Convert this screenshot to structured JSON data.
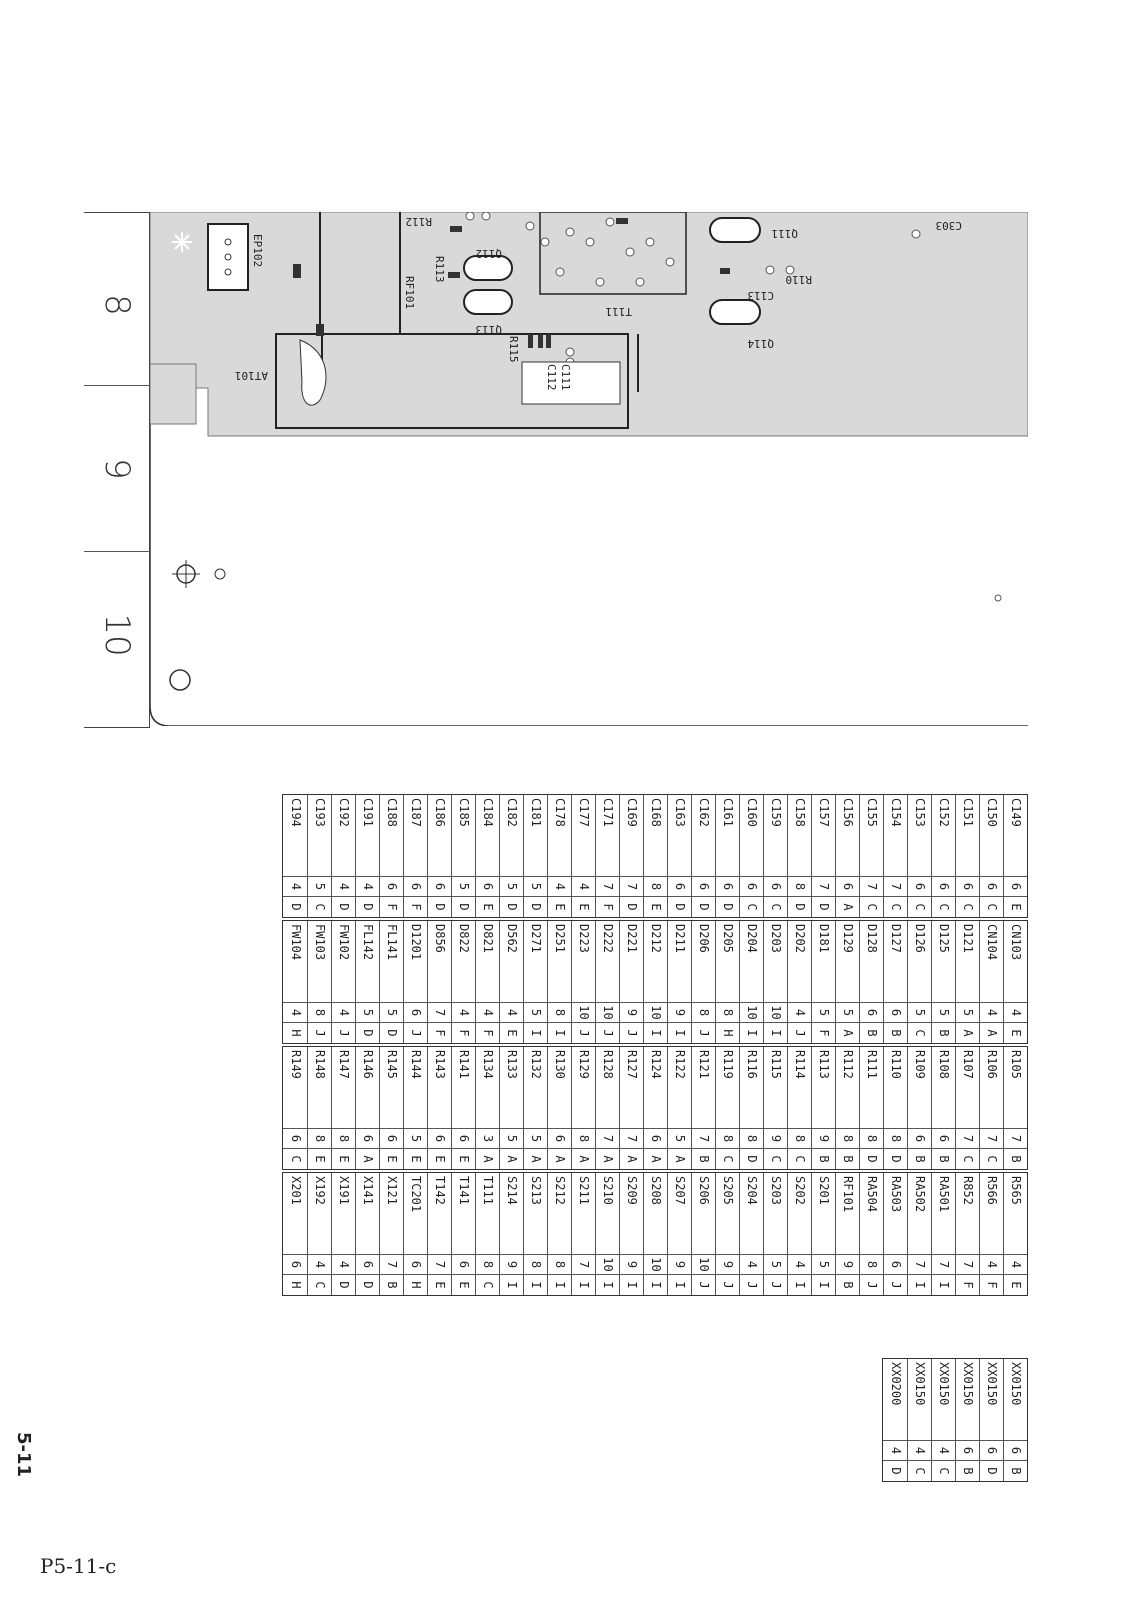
{
  "grid_index": [
    "8",
    "9",
    "10"
  ],
  "board_labels": [
    "EP102",
    "R112",
    "R113",
    "RF101",
    "Q112",
    "Q113",
    "R115",
    "C111",
    "C112",
    "AT101",
    "T111",
    "Q111",
    "R110",
    "C113",
    "Q114",
    "C303"
  ],
  "parts": [
    [
      {
        "ref": "C149",
        "x": "6",
        "y": "E"
      },
      {
        "ref": "C150",
        "x": "6",
        "y": "C"
      },
      {
        "ref": "C151",
        "x": "6",
        "y": "C"
      },
      {
        "ref": "C152",
        "x": "6",
        "y": "C"
      },
      {
        "ref": "C153",
        "x": "6",
        "y": "C"
      },
      {
        "ref": "C154",
        "x": "7",
        "y": "C"
      },
      {
        "ref": "C155",
        "x": "7",
        "y": "C"
      },
      {
        "ref": "C156",
        "x": "6",
        "y": "A"
      },
      {
        "ref": "C157",
        "x": "7",
        "y": "D"
      },
      {
        "ref": "C158",
        "x": "8",
        "y": "D"
      },
      {
        "ref": "C159",
        "x": "6",
        "y": "C"
      },
      {
        "ref": "C160",
        "x": "6",
        "y": "C"
      },
      {
        "ref": "C161",
        "x": "6",
        "y": "D"
      },
      {
        "ref": "C162",
        "x": "6",
        "y": "D"
      },
      {
        "ref": "C163",
        "x": "6",
        "y": "D"
      },
      {
        "ref": "C168",
        "x": "8",
        "y": "E"
      },
      {
        "ref": "C169",
        "x": "7",
        "y": "D"
      },
      {
        "ref": "C171",
        "x": "7",
        "y": "F"
      },
      {
        "ref": "C177",
        "x": "4",
        "y": "E"
      },
      {
        "ref": "C178",
        "x": "4",
        "y": "E"
      },
      {
        "ref": "C181",
        "x": "5",
        "y": "D"
      },
      {
        "ref": "C182",
        "x": "5",
        "y": "D"
      },
      {
        "ref": "C184",
        "x": "6",
        "y": "E"
      },
      {
        "ref": "C185",
        "x": "5",
        "y": "D"
      },
      {
        "ref": "C186",
        "x": "6",
        "y": "D"
      },
      {
        "ref": "C187",
        "x": "6",
        "y": "F"
      },
      {
        "ref": "C188",
        "x": "6",
        "y": "F"
      },
      {
        "ref": "C191",
        "x": "4",
        "y": "D"
      },
      {
        "ref": "C192",
        "x": "4",
        "y": "D"
      },
      {
        "ref": "C193",
        "x": "5",
        "y": "C"
      },
      {
        "ref": "C194",
        "x": "4",
        "y": "D"
      }
    ],
    [
      {
        "ref": "CN103",
        "x": "4",
        "y": "E"
      },
      {
        "ref": "CN104",
        "x": "4",
        "y": "A"
      },
      {
        "ref": "D121",
        "x": "5",
        "y": "A"
      },
      {
        "ref": "D125",
        "x": "5",
        "y": "B"
      },
      {
        "ref": "D126",
        "x": "5",
        "y": "C"
      },
      {
        "ref": "D127",
        "x": "6",
        "y": "B"
      },
      {
        "ref": "D128",
        "x": "6",
        "y": "B"
      },
      {
        "ref": "D129",
        "x": "5",
        "y": "A"
      },
      {
        "ref": "D181",
        "x": "5",
        "y": "F"
      },
      {
        "ref": "D202",
        "x": "4",
        "y": "J"
      },
      {
        "ref": "D203",
        "x": "10",
        "y": "I"
      },
      {
        "ref": "D204",
        "x": "10",
        "y": "I"
      },
      {
        "ref": "D205",
        "x": "8",
        "y": "H"
      },
      {
        "ref": "D206",
        "x": "8",
        "y": "J"
      },
      {
        "ref": "D211",
        "x": "9",
        "y": "I"
      },
      {
        "ref": "D212",
        "x": "10",
        "y": "I"
      },
      {
        "ref": "D221",
        "x": "9",
        "y": "J"
      },
      {
        "ref": "D222",
        "x": "10",
        "y": "J"
      },
      {
        "ref": "D223",
        "x": "10",
        "y": "J"
      },
      {
        "ref": "D251",
        "x": "8",
        "y": "I"
      },
      {
        "ref": "D271",
        "x": "5",
        "y": "I"
      },
      {
        "ref": "D562",
        "x": "4",
        "y": "E"
      },
      {
        "ref": "D821",
        "x": "4",
        "y": "F"
      },
      {
        "ref": "D822",
        "x": "4",
        "y": "F"
      },
      {
        "ref": "D856",
        "x": "7",
        "y": "F"
      },
      {
        "ref": "D1201",
        "x": "6",
        "y": "J"
      },
      {
        "ref": "FL141",
        "x": "5",
        "y": "D"
      },
      {
        "ref": "FL142",
        "x": "5",
        "y": "D"
      },
      {
        "ref": "FW102",
        "x": "4",
        "y": "J"
      },
      {
        "ref": "FW103",
        "x": "8",
        "y": "J"
      },
      {
        "ref": "FW104",
        "x": "4",
        "y": "H"
      }
    ],
    [
      {
        "ref": "R105",
        "x": "7",
        "y": "B"
      },
      {
        "ref": "R106",
        "x": "7",
        "y": "C"
      },
      {
        "ref": "R107",
        "x": "7",
        "y": "C"
      },
      {
        "ref": "R108",
        "x": "6",
        "y": "B"
      },
      {
        "ref": "R109",
        "x": "6",
        "y": "B"
      },
      {
        "ref": "R110",
        "x": "8",
        "y": "D"
      },
      {
        "ref": "R111",
        "x": "8",
        "y": "D"
      },
      {
        "ref": "R112",
        "x": "8",
        "y": "B"
      },
      {
        "ref": "R113",
        "x": "9",
        "y": "B"
      },
      {
        "ref": "R114",
        "x": "8",
        "y": "C"
      },
      {
        "ref": "R115",
        "x": "9",
        "y": "C"
      },
      {
        "ref": "R116",
        "x": "8",
        "y": "D"
      },
      {
        "ref": "R119",
        "x": "8",
        "y": "C"
      },
      {
        "ref": "R121",
        "x": "7",
        "y": "B"
      },
      {
        "ref": "R122",
        "x": "5",
        "y": "A"
      },
      {
        "ref": "R124",
        "x": "6",
        "y": "A"
      },
      {
        "ref": "R127",
        "x": "7",
        "y": "A"
      },
      {
        "ref": "R128",
        "x": "7",
        "y": "A"
      },
      {
        "ref": "R129",
        "x": "8",
        "y": "A"
      },
      {
        "ref": "R130",
        "x": "6",
        "y": "A"
      },
      {
        "ref": "R132",
        "x": "5",
        "y": "A"
      },
      {
        "ref": "R133",
        "x": "5",
        "y": "A"
      },
      {
        "ref": "R134",
        "x": "3",
        "y": "A"
      },
      {
        "ref": "R141",
        "x": "6",
        "y": "E"
      },
      {
        "ref": "R143",
        "x": "6",
        "y": "E"
      },
      {
        "ref": "R144",
        "x": "5",
        "y": "E"
      },
      {
        "ref": "R145",
        "x": "6",
        "y": "E"
      },
      {
        "ref": "R146",
        "x": "6",
        "y": "A"
      },
      {
        "ref": "R147",
        "x": "8",
        "y": "E"
      },
      {
        "ref": "R148",
        "x": "8",
        "y": "E"
      },
      {
        "ref": "R149",
        "x": "6",
        "y": "C"
      }
    ],
    [
      {
        "ref": "R565",
        "x": "4",
        "y": "E"
      },
      {
        "ref": "R566",
        "x": "4",
        "y": "F"
      },
      {
        "ref": "R852",
        "x": "7",
        "y": "F"
      },
      {
        "ref": "RA501",
        "x": "7",
        "y": "I"
      },
      {
        "ref": "RA502",
        "x": "7",
        "y": "I"
      },
      {
        "ref": "RA503",
        "x": "6",
        "y": "J"
      },
      {
        "ref": "RA504",
        "x": "8",
        "y": "J"
      },
      {
        "ref": "RF101",
        "x": "9",
        "y": "B"
      },
      {
        "ref": "S201",
        "x": "5",
        "y": "I"
      },
      {
        "ref": "S202",
        "x": "4",
        "y": "I"
      },
      {
        "ref": "S203",
        "x": "5",
        "y": "J"
      },
      {
        "ref": "S204",
        "x": "4",
        "y": "J"
      },
      {
        "ref": "S205",
        "x": "9",
        "y": "J"
      },
      {
        "ref": "S206",
        "x": "10",
        "y": "J"
      },
      {
        "ref": "S207",
        "x": "9",
        "y": "I"
      },
      {
        "ref": "S208",
        "x": "10",
        "y": "I"
      },
      {
        "ref": "S209",
        "x": "9",
        "y": "I"
      },
      {
        "ref": "S210",
        "x": "10",
        "y": "I"
      },
      {
        "ref": "S211",
        "x": "7",
        "y": "I"
      },
      {
        "ref": "S212",
        "x": "8",
        "y": "I"
      },
      {
        "ref": "S213",
        "x": "8",
        "y": "I"
      },
      {
        "ref": "S214",
        "x": "9",
        "y": "I"
      },
      {
        "ref": "T111",
        "x": "8",
        "y": "C"
      },
      {
        "ref": "T141",
        "x": "6",
        "y": "E"
      },
      {
        "ref": "T142",
        "x": "7",
        "y": "E"
      },
      {
        "ref": "TC201",
        "x": "6",
        "y": "H"
      },
      {
        "ref": "X121",
        "x": "7",
        "y": "B"
      },
      {
        "ref": "X141",
        "x": "6",
        "y": "D"
      },
      {
        "ref": "X191",
        "x": "4",
        "y": "D"
      },
      {
        "ref": "X192",
        "x": "4",
        "y": "C"
      },
      {
        "ref": "X201",
        "x": "6",
        "y": "H"
      }
    ],
    [
      {
        "ref": "XX0150",
        "x": "6",
        "y": "B"
      },
      {
        "ref": "XX0150",
        "x": "6",
        "y": "D"
      },
      {
        "ref": "XX0150",
        "x": "6",
        "y": "B"
      },
      {
        "ref": "XX0150",
        "x": "4",
        "y": "C"
      },
      {
        "ref": "XX0150",
        "x": "4",
        "y": "C"
      },
      {
        "ref": "XX0200",
        "x": "4",
        "y": "D"
      }
    ]
  ],
  "page_number": "5-11",
  "footer_code": "P5-11-c"
}
